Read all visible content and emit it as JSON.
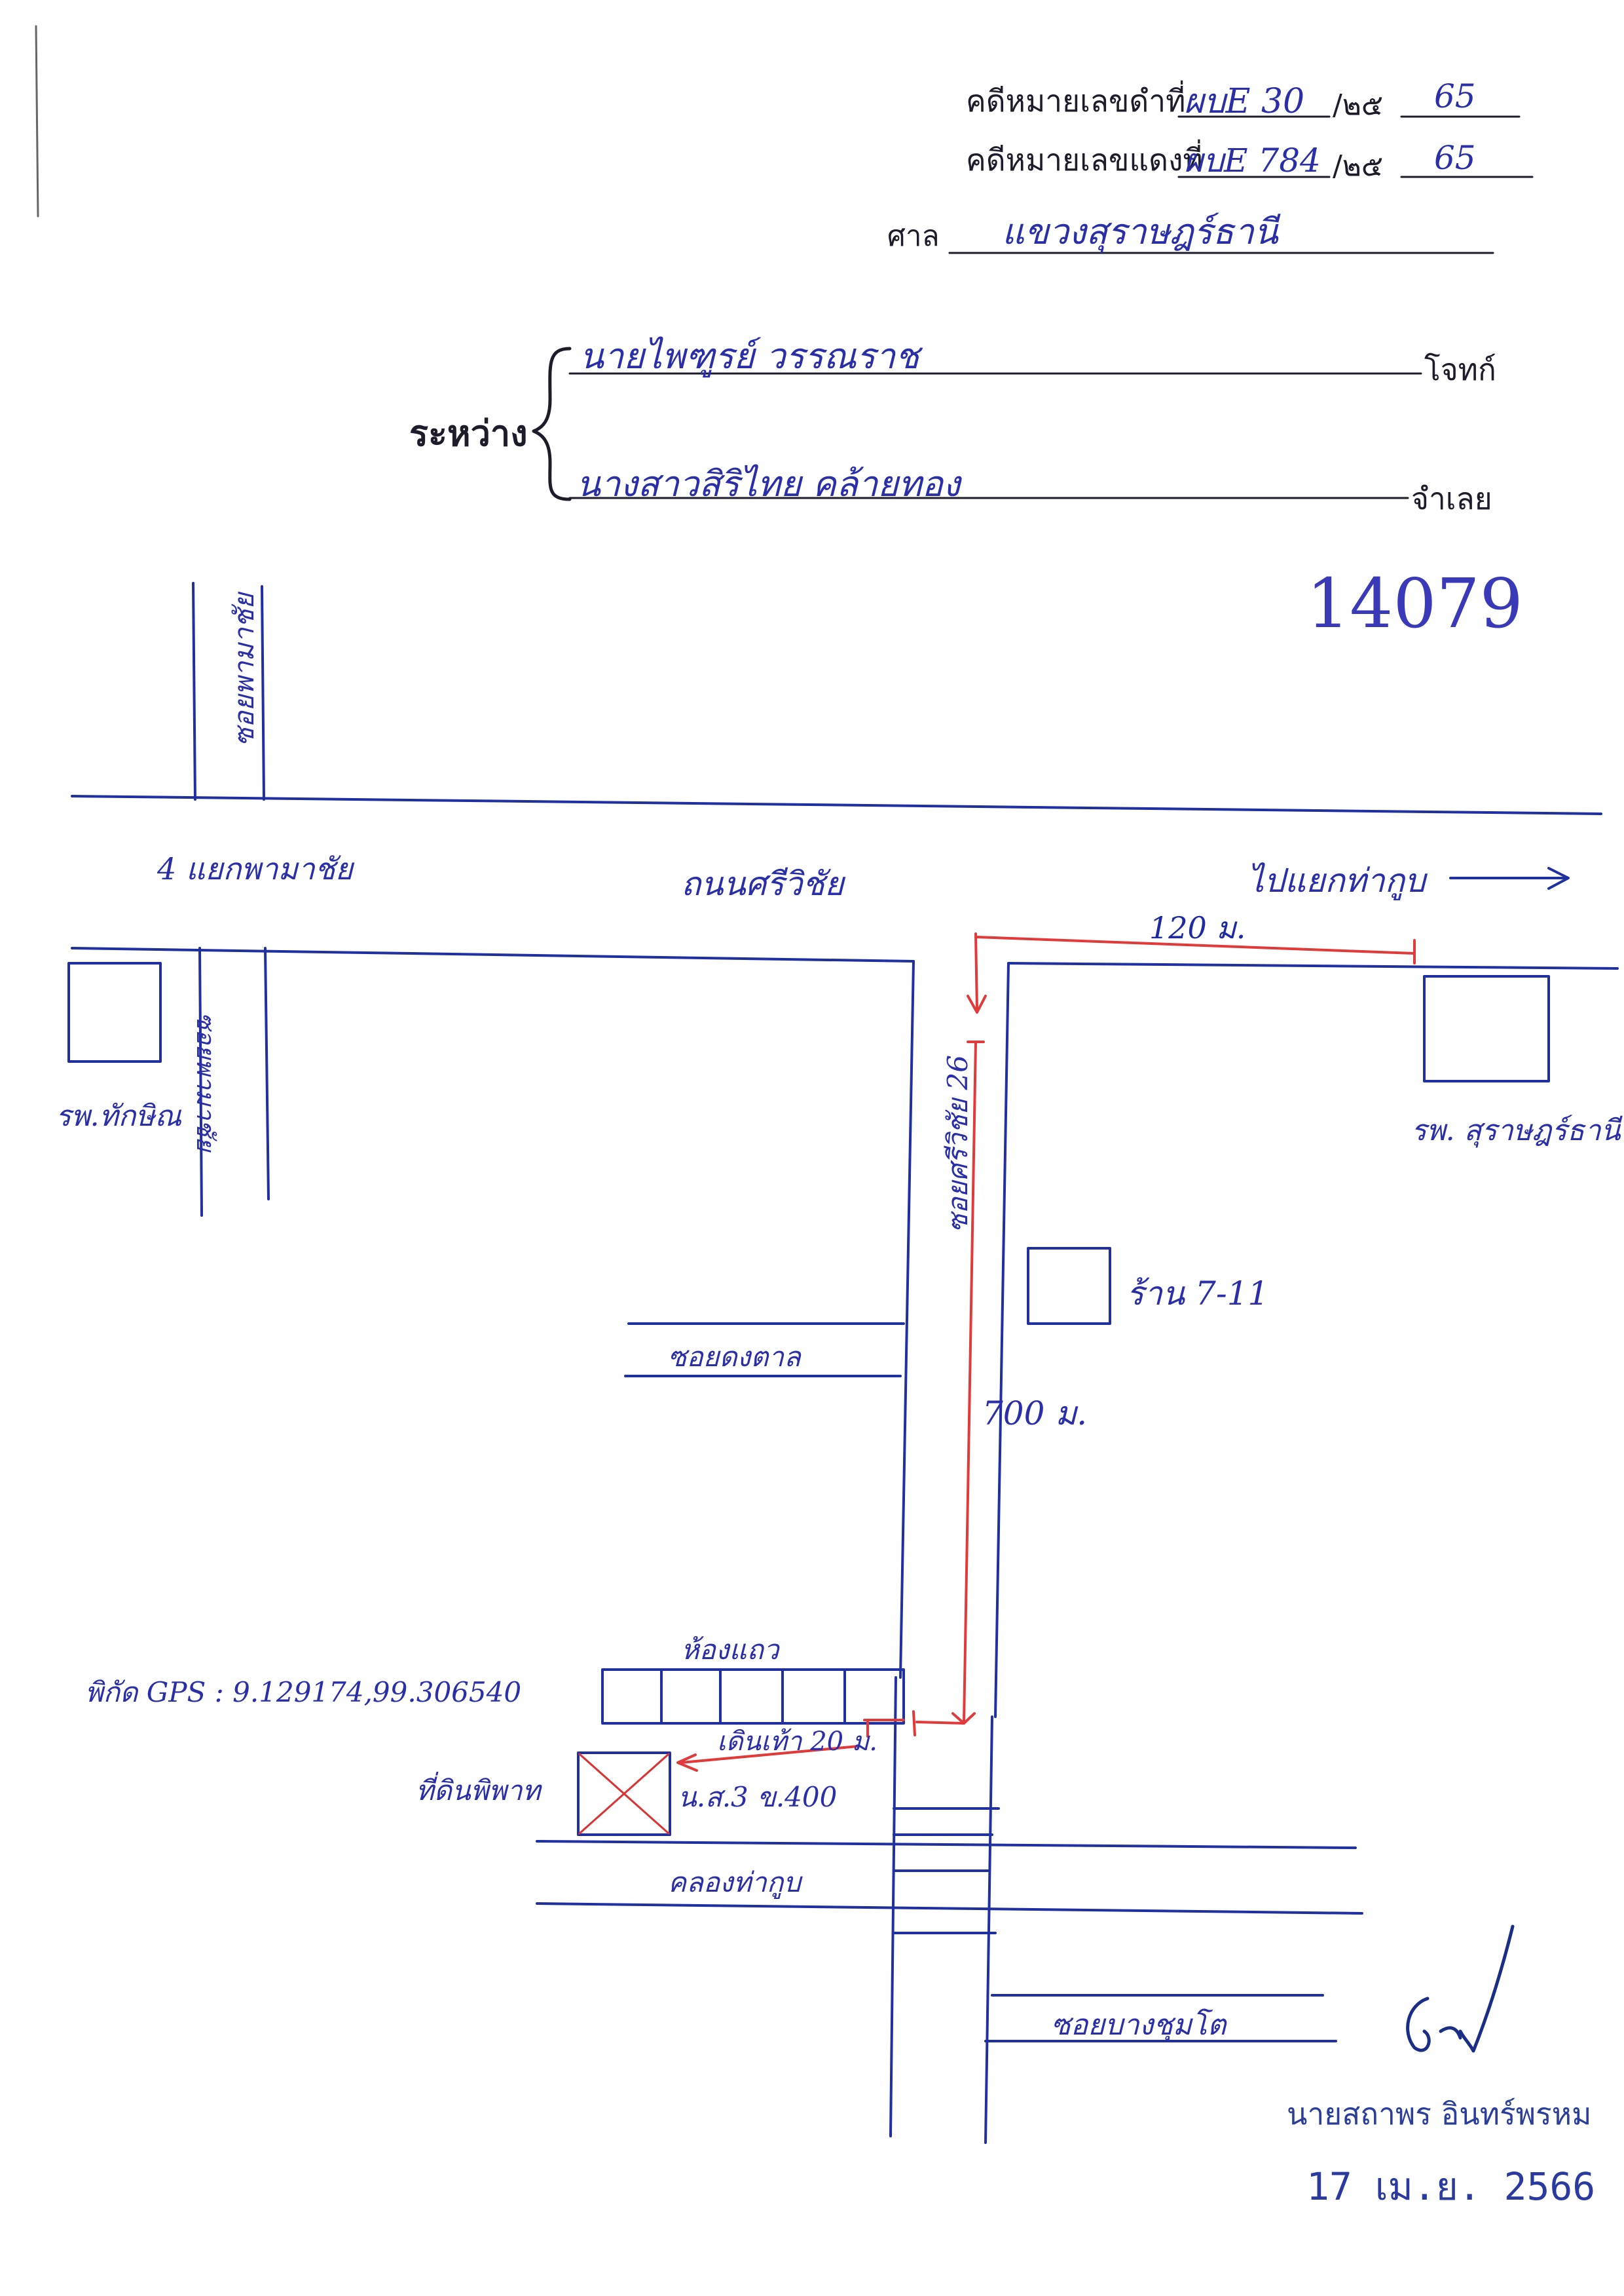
{
  "header": {
    "black_case_label": "คดีหมายเลขดำที่",
    "black_case_no": "ผบE 30",
    "black_case_year_prefix": "/๒๕",
    "black_case_year": "65",
    "red_case_label": "คดีหมายเลขแดงที่",
    "red_case_no": "ผบE 784",
    "red_case_year_prefix": "/๒๕",
    "red_case_year": "65",
    "court_label": "ศาล",
    "court_name": "แขวงสุราษฎร์ธานี"
  },
  "parties": {
    "between_label": "ระหว่าง",
    "plaintiff_name": "นายไพฑูรย์ วรรณราช",
    "plaintiff_role": "โจทก์",
    "defendant_name": "นางสาวสิริไทย คล้ายทอง",
    "defendant_role": "จำเลย"
  },
  "ref_number": "14079",
  "map": {
    "soi_phama_1": "ซอยพามาชัย",
    "intersection": "4 แยกพามาชัย",
    "main_road": "ถนนศรีวิชัย",
    "to_label": "ไปแยกท่ากูบ",
    "arrow": "⟶",
    "hospital_left": "รพ.ทักษิณ",
    "soi_phama_2": "ซอยพามาชัย",
    "dist_120": "120 ม.",
    "soi_sriwichai": "ซอยศรีวิชัย 26",
    "hospital_right": "รพ. สุราษฎร์ธานี",
    "shop_711": "ร้าน 7-11",
    "soi_dongtarn": "ซอยดงตาล",
    "dist_700": "700 ม.",
    "rooms": "ห้องแถว",
    "gps": "พิกัด GPS : 9.129174,99.306540",
    "walk": "เดินเท้า 20 ม.",
    "land_label": "ที่ดินพิพาท",
    "deed": "น.ส.3 ข.400",
    "canal": "คลองท่ากูบ",
    "soi_bottom": "ซอยบางชุมโต"
  },
  "signature": {
    "name": "นายสถาพร อินทร์พรหม",
    "date": "17 เม.ย. 2566"
  },
  "colors": {
    "ink_blue": "#2a2fa8",
    "ink_black": "#1c1c2a",
    "ink_red": "#e03a3a",
    "stamp_blue": "#2b3f9a"
  }
}
